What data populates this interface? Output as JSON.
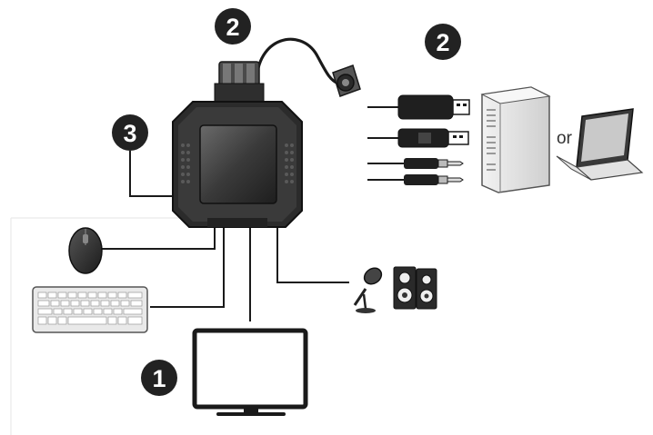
{
  "callouts": {
    "monitor_step": "1",
    "cable_step_top": "2",
    "cable_step_right": "2",
    "remote_step": "3"
  },
  "alternative_label": "or",
  "icons": {
    "kvm_switch": "kvm-switch-icon",
    "remote_port": "remote-port-selector-icon",
    "usb_plug": "usb-plug-icon",
    "audio_plug": "audio-plug-icon",
    "tower_pc": "tower-pc-icon",
    "laptop": "laptop-icon",
    "mouse": "mouse-icon",
    "keyboard": "keyboard-icon",
    "microphone": "microphone-icon",
    "speakers": "speakers-icon",
    "monitor": "monitor-icon"
  },
  "colors": {
    "callout_fill": "#222222",
    "device_dark": "#2b2b2b",
    "cable": "#1a1a1a",
    "device_light": "#e6e6e6"
  }
}
